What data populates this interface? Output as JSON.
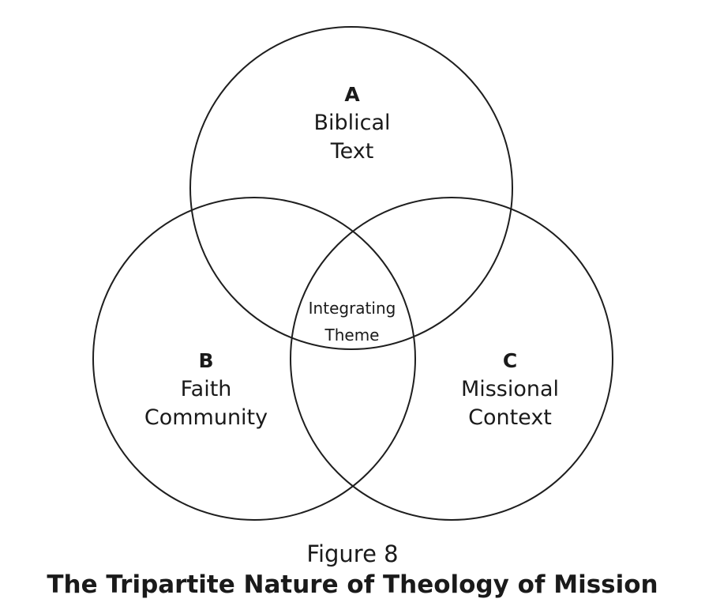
{
  "diagram": {
    "circles": [
      {
        "id": "a",
        "letter": "A",
        "label_lines": [
          "Biblical",
          "Text"
        ]
      },
      {
        "id": "b",
        "letter": "B",
        "label_lines": [
          "Faith",
          "Community"
        ]
      },
      {
        "id": "c",
        "letter": "C",
        "label_lines": [
          "Missional",
          "Context"
        ]
      }
    ],
    "center": {
      "label_lines": [
        "Integrating",
        "Theme"
      ]
    }
  },
  "caption": {
    "figure_number": "Figure 8",
    "title": "The Tripartite Nature of Theology of Mission"
  }
}
